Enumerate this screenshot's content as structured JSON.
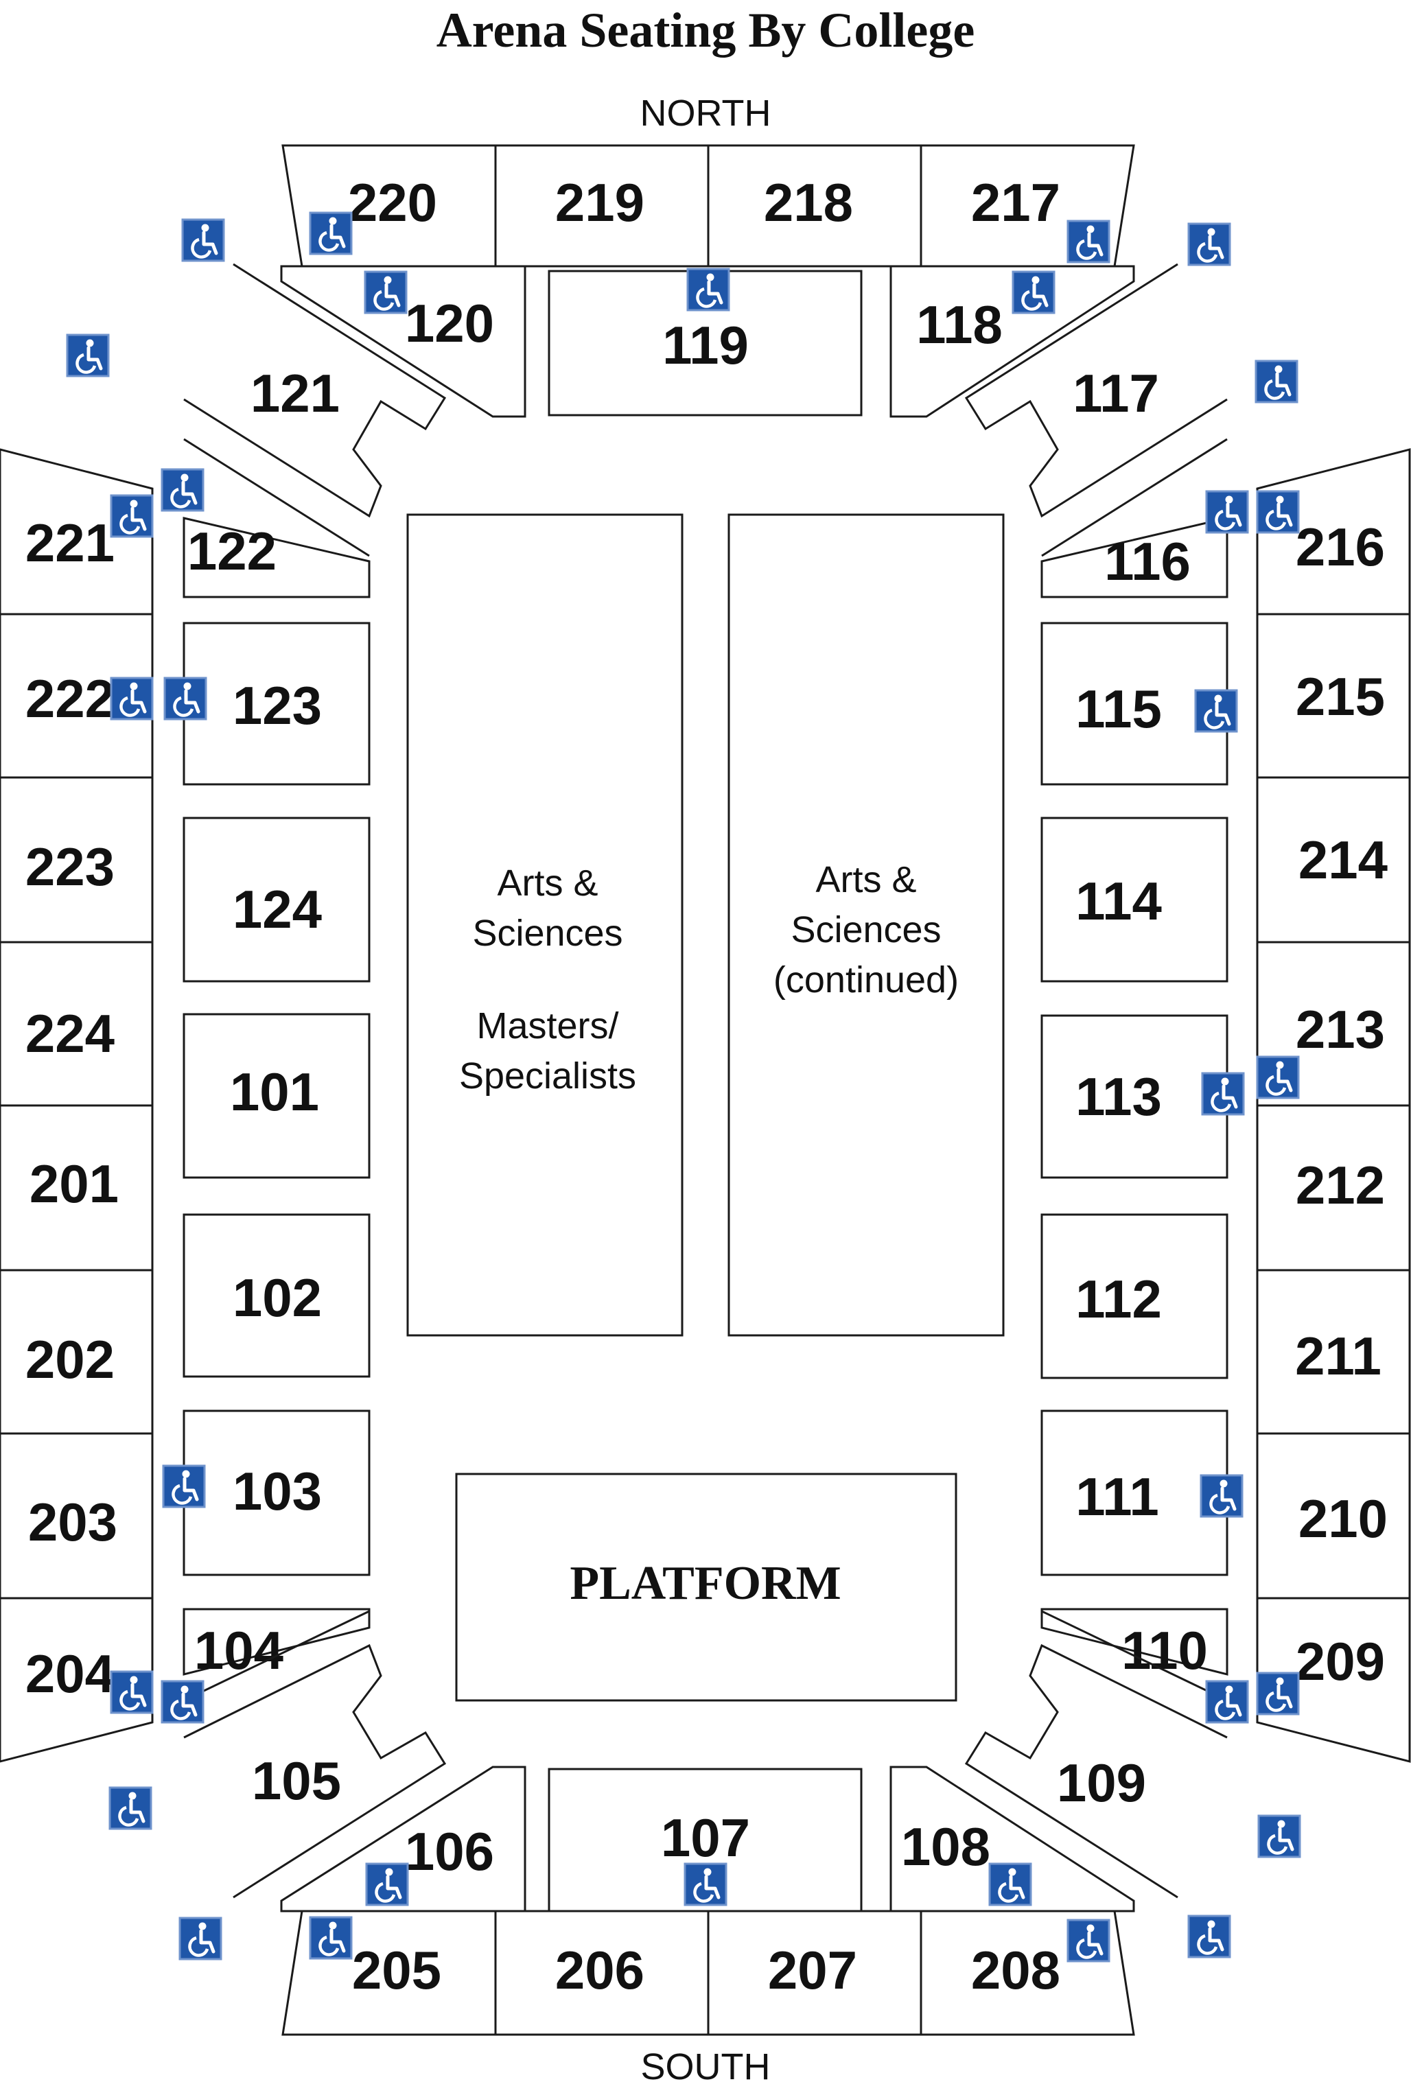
{
  "title": "Arena Seating By College",
  "north_label": "NORTH",
  "south_label": "SOUTH",
  "floor": {
    "left_block": [
      "Arts &",
      "Sciences",
      "",
      "Masters/",
      "Specialists"
    ],
    "right_block": [
      "Arts &",
      "Sciences",
      "(continued)"
    ]
  },
  "platform_label": "PLATFORM",
  "sections": [
    "101",
    "102",
    "103",
    "104",
    "105",
    "106",
    "107",
    "108",
    "109",
    "110",
    "111",
    "112",
    "113",
    "114",
    "115",
    "116",
    "117",
    "118",
    "119",
    "120",
    "121",
    "122",
    "123",
    "124",
    "201",
    "202",
    "203",
    "204",
    "205",
    "206",
    "207",
    "208",
    "209",
    "210",
    "211",
    "212",
    "213",
    "214",
    "215",
    "216",
    "217",
    "218",
    "219",
    "220",
    "221",
    "222",
    "223",
    "224"
  ],
  "accessibility_icon": "wheelchair-icon",
  "colors": {
    "accessibility_blue": "#1f56a8",
    "outline": "#1a1a1a"
  }
}
